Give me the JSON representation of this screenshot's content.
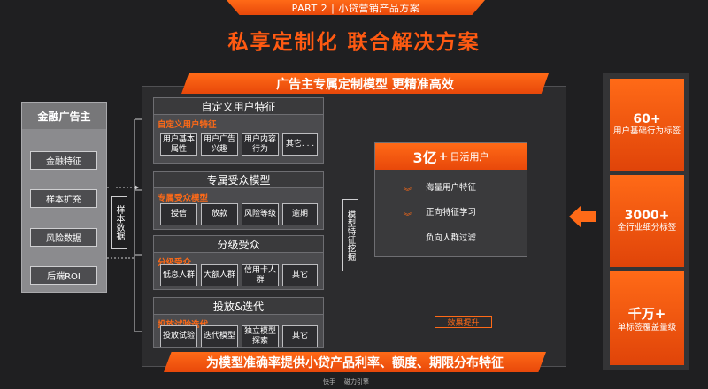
{
  "header": {
    "part_label": "PART 2 | 小贷营销产品方案",
    "title": "私享定制化  联合解决方案"
  },
  "advertiser": {
    "title": "金融广告主",
    "items": [
      "金融特征",
      "样本扩充",
      "风险数据",
      "后端ROI"
    ]
  },
  "sample_data_label": "样本数据",
  "model": {
    "banner": "广告主专属定制模型 更精准高效",
    "groups": [
      {
        "title": "自定义用户特征",
        "subtitle": "自定义用户特征",
        "cells": [
          "用户基本属性",
          "用户广告兴趣",
          "用户内容行为",
          "其它. . ."
        ]
      },
      {
        "title": "专属受众模型",
        "subtitle": "专属受众模型",
        "cells": [
          "授信",
          "放款",
          "风险等级",
          "逾期"
        ]
      },
      {
        "title": "分级受众",
        "subtitle": "分级受众",
        "cells": [
          "低息人群",
          "大额人群",
          "信用卡人群",
          "其它"
        ]
      },
      {
        "title": "投放&迭代",
        "subtitle": "投放试验迭代",
        "cells": [
          "投放试验",
          "迭代模型",
          "独立模型探索",
          "其它"
        ]
      }
    ],
    "mining_label": "模型特征挖掘",
    "users": {
      "big": "3亿",
      "plus": "+",
      "small": "日活用户",
      "rows": [
        "海量用户特征",
        "正向特征学习",
        "负向人群过滤"
      ]
    },
    "effect_label": "效果提升",
    "bottom_banner": "为模型准确率提供小贷产品利率、额度、期限分布特征"
  },
  "stats": [
    {
      "num": "60+",
      "desc": "用户基础行为标签"
    },
    {
      "num": "3000+",
      "desc": "全行业细分标签"
    },
    {
      "num": "千万+",
      "desc": "单标签覆盖量级"
    }
  ],
  "footer": {
    "brand1": "快手",
    "brand2": "磁力引擎"
  },
  "colors": {
    "accent": "#ff6a17",
    "background": "#1f1f21"
  }
}
